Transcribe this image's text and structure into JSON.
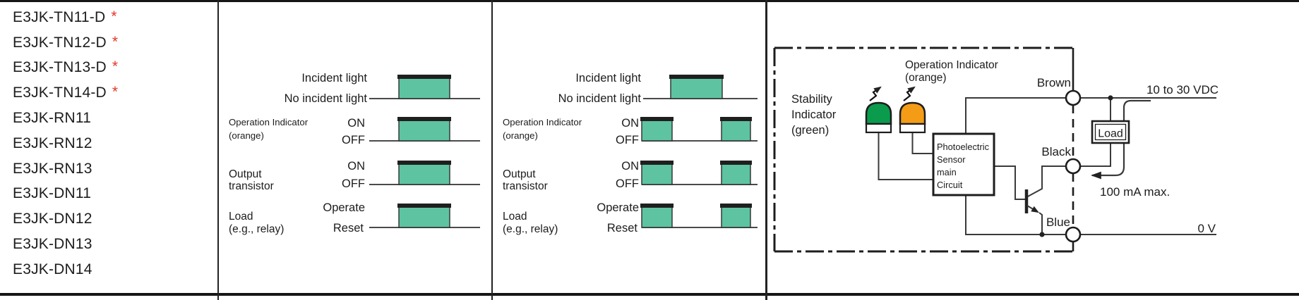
{
  "models": {
    "items": [
      {
        "name": "E3JK-TN11-D",
        "mark": "*"
      },
      {
        "name": "E3JK-TN12-D",
        "mark": "*"
      },
      {
        "name": "E3JK-TN13-D",
        "mark": "*"
      },
      {
        "name": "E3JK-TN14-D",
        "mark": "*"
      },
      {
        "name": "E3JK-RN11",
        "mark": ""
      },
      {
        "name": "E3JK-RN12",
        "mark": ""
      },
      {
        "name": "E3JK-RN13",
        "mark": ""
      },
      {
        "name": "E3JK-DN11",
        "mark": ""
      },
      {
        "name": "E3JK-DN12",
        "mark": ""
      },
      {
        "name": "E3JK-DN13",
        "mark": ""
      },
      {
        "name": "E3JK-DN14",
        "mark": ""
      }
    ]
  },
  "timing1": {
    "incident_high": "Incident light",
    "incident_low": "No incident light",
    "op_label1": "Operation Indicator",
    "op_label2": "(orange)",
    "op_high": "ON",
    "op_low": "OFF",
    "out_label1": "Output",
    "out_label2": "transistor",
    "out_high": "ON",
    "out_low": "OFF",
    "load_label1": "Load",
    "load_label2": "(e.g., relay)",
    "load_high": "Operate",
    "load_low": "Reset"
  },
  "timing2": {
    "incident_high": "Incident light",
    "incident_low": "No incident light",
    "op_label1": "Operation Indicator",
    "op_label2": "(orange)",
    "op_high": "ON",
    "op_low": "OFF",
    "out_label1": "Output",
    "out_label2": "transistor",
    "out_high": "ON",
    "out_low": "OFF",
    "load_label1": "Load",
    "load_label2": "(e.g., relay)",
    "load_high": "Operate",
    "load_low": "Reset"
  },
  "circuit": {
    "stability1": "Stability",
    "stability2": "Indicator",
    "stability3": "(green)",
    "operation1": "Operation Indicator",
    "operation2": "(orange)",
    "box1": "Photoelectric",
    "box2": "Sensor",
    "box3": "main",
    "box4": "Circuit",
    "brown": "Brown",
    "black": "Black",
    "blue": "Blue",
    "load": "Load",
    "supply": "10 to 30 VDC",
    "current": "100 mA max.",
    "ground": "0 V"
  },
  "colors": {
    "pulse_fill": "#5ec3a1",
    "pulse_top": "#1f1f1f",
    "led_green": "#0a9b4c",
    "led_orange": "#f59c16",
    "asterisk_red": "#e53525",
    "border": "#161616"
  }
}
